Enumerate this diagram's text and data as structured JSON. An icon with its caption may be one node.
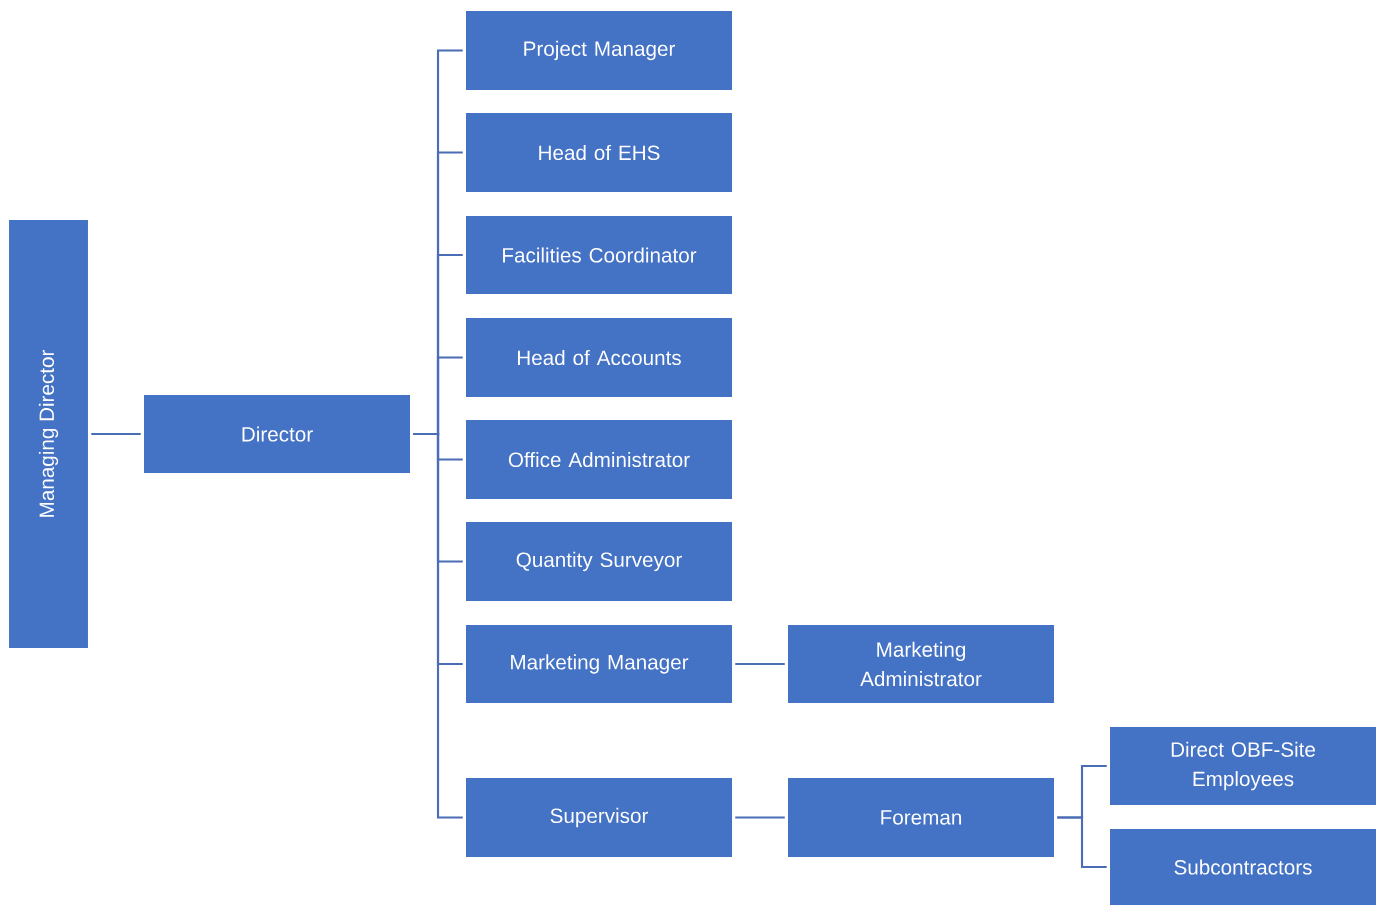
{
  "diagram": {
    "nodes": [
      {
        "text": [
          "Managing Director"
        ]
      },
      {
        "text": [
          "Director"
        ]
      },
      {
        "text": [
          "Project Manager"
        ]
      },
      {
        "text": [
          "Head of EHS"
        ]
      },
      {
        "text": [
          "Facilities Coordinator"
        ]
      },
      {
        "text": [
          "Head of Accounts"
        ]
      },
      {
        "text": [
          "Office Administrator"
        ]
      },
      {
        "text": [
          "Quantity Surveyor"
        ]
      },
      {
        "text": [
          "Marketing Manager"
        ]
      },
      {
        "text": [
          "Marketing Administrator"
        ]
      },
      {
        "text": [
          "Supervisor"
        ]
      },
      {
        "text": [
          "Foreman"
        ]
      },
      {
        "text": [
          "Direct OBF-Site Employees"
        ]
      },
      {
        "text": [
          "Subcontractors"
        ]
      }
    ],
    "edges": [
      {
        "from": 0,
        "to": 1,
        "arrow": "none"
      },
      {
        "from": 1,
        "to": 2,
        "arrow": "none"
      },
      {
        "from": 1,
        "to": 3,
        "arrow": "none"
      },
      {
        "from": 1,
        "to": 4,
        "arrow": "none"
      },
      {
        "from": 1,
        "to": 5,
        "arrow": "none"
      },
      {
        "from": 1,
        "to": 6,
        "arrow": "none"
      },
      {
        "from": 1,
        "to": 7,
        "arrow": "none"
      },
      {
        "from": 1,
        "to": 8,
        "arrow": "none"
      },
      {
        "from": 1,
        "to": 10,
        "arrow": "none"
      },
      {
        "from": 8,
        "to": 9,
        "arrow": "none"
      },
      {
        "from": 10,
        "to": 11,
        "arrow": "none"
      },
      {
        "from": 11,
        "to": 12,
        "arrow": "none"
      },
      {
        "from": 11,
        "to": 13,
        "arrow": "none"
      }
    ]
  }
}
